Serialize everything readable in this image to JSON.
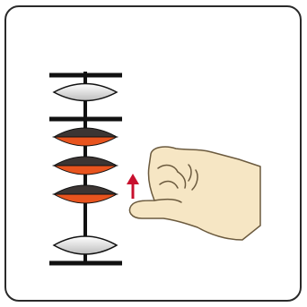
{
  "figure": {
    "description_icon": "abacus-hand-icon",
    "colors": {
      "frame": "#2a2a2a",
      "rod": "#111111",
      "bead_dark": "#3c3533",
      "bead_accent": "#e8541e",
      "bead_light_top": "#ffffff",
      "bead_light_bottom": "#bdbdbd",
      "arrow": "#c8102e",
      "skin": "#f6e6c4",
      "skin_outline": "#6b5a3e"
    },
    "upper_bead_count": 1,
    "active_lower_bead_count": 3,
    "inactive_lower_bead_count": 1,
    "motion": "up"
  }
}
